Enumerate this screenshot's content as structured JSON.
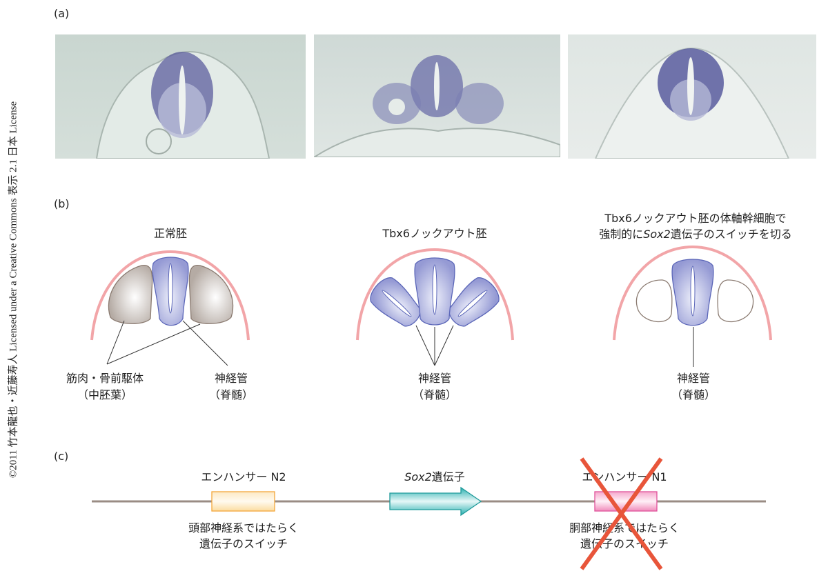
{
  "credit": "©2011 竹本龍也・近藤寿人 Licensed under a Creative Commons 表示 2.1 日本 License",
  "panels": {
    "a": {
      "label": "(a)"
    },
    "b": {
      "label": "(b)",
      "normal": {
        "title": "正常胚",
        "label_left_1": "筋肉・骨前駆体",
        "label_left_2": "（中胚葉）",
        "label_right_1": "神経管",
        "label_right_2": "（脊髄）"
      },
      "knockout": {
        "title": "Tbx6ノックアウト胚",
        "label_1": "神経管",
        "label_2": "（脊髄）"
      },
      "switch_off": {
        "title_1": "Tbx6ノックアウト胚の体軸幹細胞で",
        "title_2_pre": "強制的に",
        "title_2_gene": "Sox2",
        "title_2_post": "遺伝子のスイッチを切る",
        "label_1": "神経管",
        "label_2": "（脊髄）"
      }
    },
    "c": {
      "label": "(c)",
      "enhancer_n2": {
        "name": "エンハンサー N2",
        "desc_1": "頭部神経系ではたらく",
        "desc_2": "遺伝子のスイッチ"
      },
      "gene": {
        "name_gene": "Sox2",
        "name_post": "遺伝子"
      },
      "enhancer_n1": {
        "name": "エンハンサー N1",
        "desc_1": "胴部神経系ではたらく",
        "desc_2": "遺伝子のスイッチ"
      }
    }
  },
  "colors": {
    "pink_arc": "#f2a5a8",
    "tube_fill": "#9aa0d8",
    "tube_stroke": "#5b66b8",
    "somite_stroke": "#8a7a70",
    "line": "#9a8c84",
    "orange": "#f3a63a",
    "teal": "#2ab0b0",
    "magenta": "#e0509a",
    "cross": "#e8553a"
  }
}
